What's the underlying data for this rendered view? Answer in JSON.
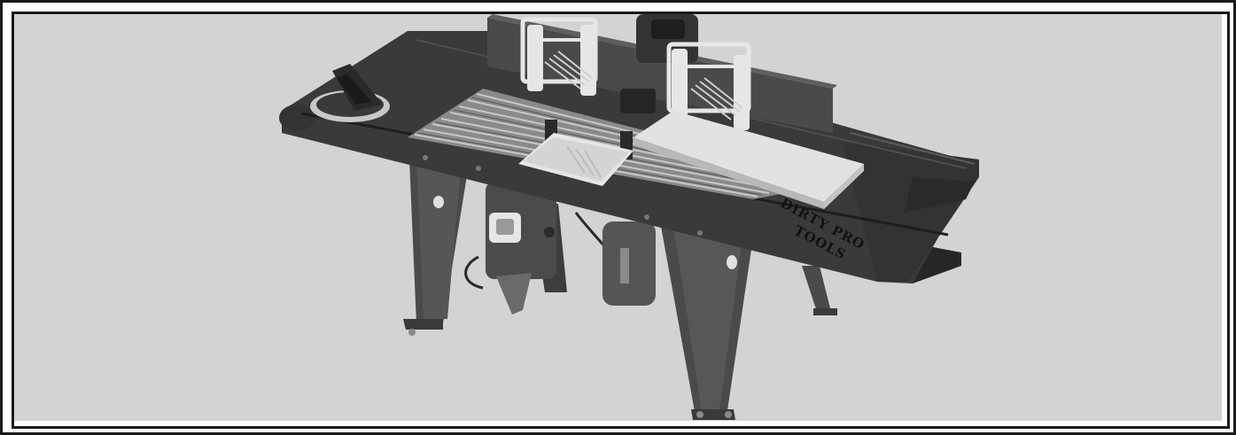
{
  "product": {
    "name": "router-table",
    "watermark": {
      "line1": "DIRTY PRO",
      "line2": "TOOLS"
    }
  },
  "colors": {
    "background": "#d3d3d3",
    "frame": "#1a1a1a",
    "table_top": "#3a3a3a",
    "table_edge": "#262626",
    "extrusion": "#9a9a9a",
    "wood_board": "#e2e2e2",
    "plastic_guard": "#e6e6e6"
  }
}
